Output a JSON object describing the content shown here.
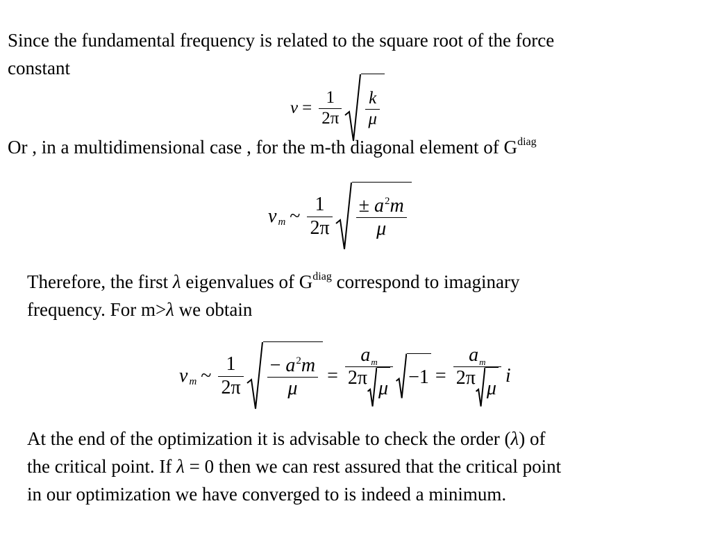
{
  "text": {
    "line1": "Since the fundamental frequency is related to the square root of the force",
    "line2": "constant",
    "line3_main": "Or , in a multidimensional case , for the m-th diagonal element of G",
    "line3_sup": "diag",
    "para2_a": "Therefore, the first ",
    "para2_lambda": "λ",
    "para2_b": " eigenvalues of G",
    "para2_sup": "diag",
    "para2_c": " correspond to imaginary",
    "para2_line2_a": "frequency. For m>",
    "para2_line2_lambda": "λ",
    "para2_line2_b": " we obtain",
    "para3_l1_a": "At the end of the optimization it is advisable to check the order (",
    "para3_l1_lambda": "λ",
    "para3_l1_b": ") of",
    "para3_l2_a": "the critical point. If ",
    "para3_l2_lambda": "λ",
    "para3_l2_b": " = 0 then we can rest assured that the critical point",
    "para3_l3": "in our optimization we have converged to is indeed a minimum."
  },
  "eq1": {
    "nu": "ν",
    "eq": "=",
    "num": "1",
    "den": "2π",
    "rad_num": "k",
    "rad_den": "μ"
  },
  "eq2": {
    "nu": "ν",
    "sub": "m",
    "tilde": "~",
    "num": "1",
    "den": "2π",
    "pm": "±",
    "a": "a",
    "exp": "2",
    "m": "m",
    "rad_den": "μ"
  },
  "eq3": {
    "nu": "ν",
    "sub": "m",
    "tilde": "~",
    "num": "1",
    "den": "2π",
    "minus": "−",
    "a": "a",
    "exp": "2",
    "m": "m",
    "rad_den": "μ",
    "eq": "=",
    "am": "a",
    "am_sub": "m",
    "den2": "2π",
    "mu": "μ",
    "neg1": "−1",
    "i": "i"
  }
}
